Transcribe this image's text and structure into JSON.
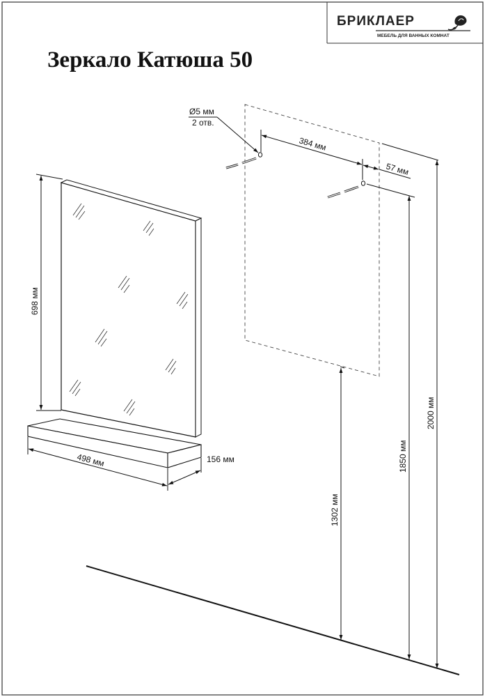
{
  "title": "Зеркало Катюша 50",
  "brand": {
    "name": "БРИКЛАЕР",
    "tagline": "МЕБЕЛЬ ДЛЯ ВАННЫХ КОМНАТ"
  },
  "dimensions": {
    "mirror_height": "698 мм",
    "shelf_width": "498 мм",
    "shelf_depth": "156 мм",
    "hole_diameter": "Ø5 мм",
    "hole_count": "2 отв.",
    "hole_spacing": "384 мм",
    "hole_side_offset": "57 мм",
    "height_bottom_edge": "1302 мм",
    "height_holes": "1850 мм",
    "height_top": "2000 мм"
  },
  "colors": {
    "line": "#111111",
    "dashed": "#444444"
  }
}
